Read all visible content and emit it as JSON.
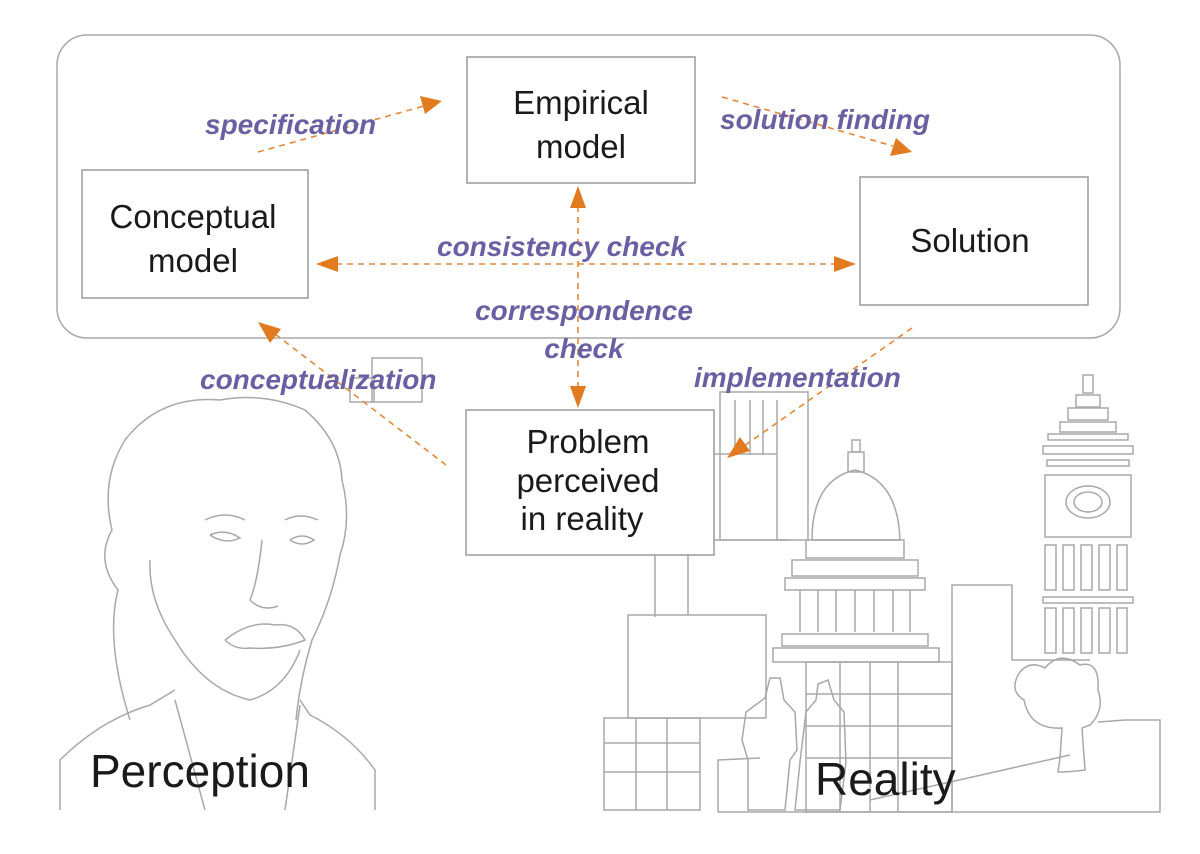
{
  "boxes": {
    "empirical": [
      "Empirical",
      "model"
    ],
    "conceptual": [
      "Conceptual",
      "model"
    ],
    "solution": [
      "Solution"
    ],
    "problem": [
      "Problem",
      "perceived",
      "in reality"
    ]
  },
  "labels": {
    "specification": "specification",
    "solution_finding": "solution finding",
    "consistency_check": "consistency check",
    "correspondence_check": [
      "correspondence",
      "check"
    ],
    "conceptualization": "conceptualization",
    "implementation": "implementation"
  },
  "captions": {
    "perception": "Perception",
    "reality": "Reality"
  },
  "colors": {
    "label": "#6b5fa3",
    "arrow": "#e27a1f",
    "line": "#a8a8a8"
  }
}
